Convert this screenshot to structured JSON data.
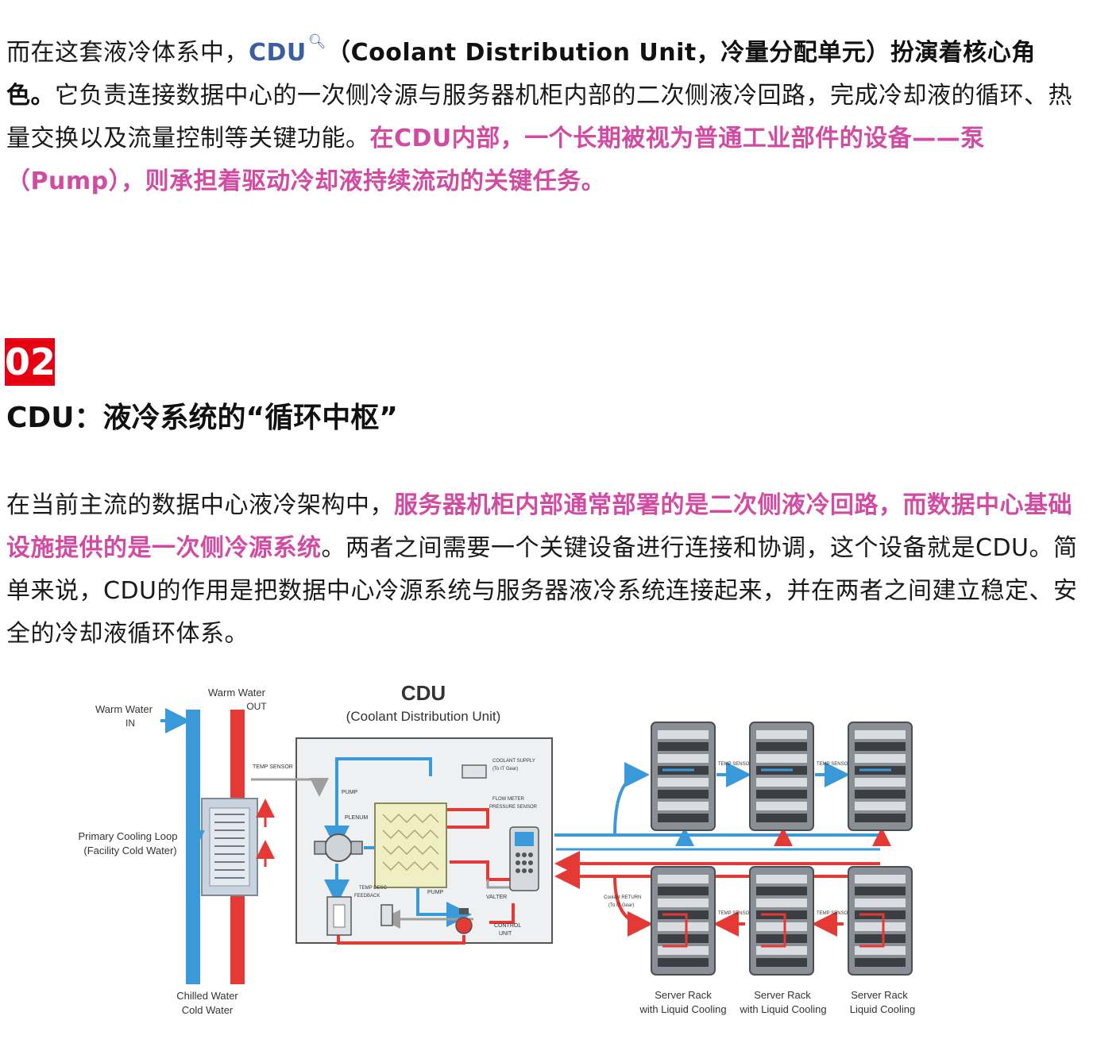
{
  "intro": {
    "t1": "而在这套液冷体系中，",
    "t2": "CDU",
    "t3": "（Coolant Distribution Unit，冷量分配单元）扮演着核心角色。",
    "t4": "它负责连接数据中心的一次侧冷源与服务器机柜内部的二次侧液冷回路，完成冷却液的循环、热量交换以及流量控制等关键功能。",
    "t5": "在CDU内部，一个长期被视为普通工业部件的设备——泵（Pump），则承担着驱动冷却液持续流动的关键任务。"
  },
  "section": {
    "number": "02",
    "title": "CDU：液冷系统的“循环中枢”"
  },
  "body": {
    "t1": "在当前主流的数据中心液冷架构中，",
    "t2": "服务器机柜内部通常部署的是二次侧液冷回路，而数据中心基础设施提供的是一次侧冷源系统",
    "t3": "。两者之间需要一个关键设备进行连接和协调，这个设备就是CDU。简单来说，CDU的作用是把数据中心冷源系统与服务器液冷系统连接起来，并在两者之间建立稳定、安全的冷却液循环体系。"
  },
  "diagram": {
    "title": "CDU",
    "subtitle": "(Coolant Distribution Unit)",
    "warm_in_1": "Warm Water",
    "warm_in_2": "IN",
    "warm_out_1": "Warm Water",
    "warm_out_2": "OUT",
    "primary_1": "Primary Cooling Loop",
    "primary_2": "(Facility Cold Water)",
    "chilled_1": "Chilled Water",
    "chilled_2": "Cold Water",
    "temp_sensor": "TEMP SENSOR",
    "pump": "PUMP",
    "plenum": "PLENUM",
    "pump2": "PUMP",
    "coolant_supply_1": "COOLANT SUPPLY",
    "coolant_supply_2": "(To IT Gear)",
    "flow_meter_1": "FLOW METER",
    "flow_meter_2": "PRESSURE SENSOR",
    "valter": "VALTER",
    "control_1": "CONTROL",
    "control_2": "UNIT",
    "temp_desc_1": "TEMP DESC",
    "temp_desc_2": "FEEDBACK",
    "coolant_return_1": "Coolant RETURN",
    "coolant_return_2": "(To IT Gear)",
    "rack_temp": "TEMP SENSOR",
    "rack1_1": "Server Rack",
    "rack1_2": "with Liquid Cooling",
    "rack2_1": "Server Rack",
    "rack2_2": "with Liquid Cooling",
    "rack3_1": "Server Rack",
    "rack3_2": "Liquid Cooling",
    "colors": {
      "hot": "#e53935",
      "cold": "#3a9ad9",
      "gray": "#9e9e9e",
      "box": "#eef0f2"
    }
  }
}
